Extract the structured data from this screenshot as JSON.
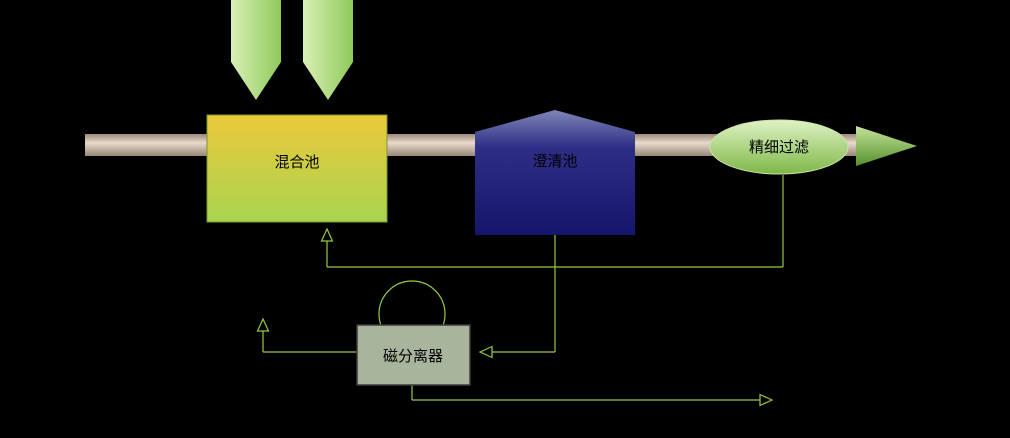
{
  "diagram": {
    "nodes": [
      {
        "id": "mixing-pool",
        "label": "混合池"
      },
      {
        "id": "clarifier",
        "label": "澄清池"
      },
      {
        "id": "fine-filter",
        "label": "精细过滤"
      },
      {
        "id": "magnetic-separator",
        "label": "磁分离器"
      }
    ],
    "colors": {
      "background": "#000000",
      "connector": "#94ca45",
      "pipe_dark": "#9a8878",
      "pipe_light": "#e8d9cd",
      "inflow_light": "#d9f0b4",
      "inflow_dark": "#8fc95c",
      "mixing_top": "#ecc83b",
      "mixing_bottom": "#a9d54e",
      "mixing_stroke": "#7c982f",
      "clarifier_top": "#7d86b8",
      "clarifier_mid": "#2e2e86",
      "clarifier_bottom": "#15156b",
      "filter_top": "#dff2c4",
      "filter_bottom": "#7eb848",
      "filter_stroke": "#c9e6a0",
      "separator_fill": "#a9b49c",
      "separator_stroke": "#3a3a3a",
      "outflow_light": "#c6e49a",
      "outflow_dark": "#55902c"
    }
  }
}
